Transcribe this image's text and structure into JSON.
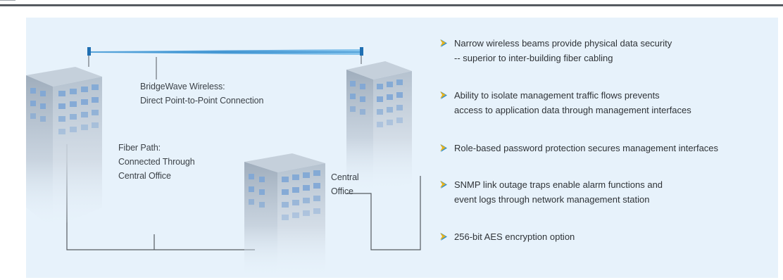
{
  "diagram": {
    "wireless_label": [
      "BridgeWave Wireless:",
      "Direct Point-to-Point Connection"
    ],
    "fiber_label": [
      "Fiber Path:",
      "Connected Through",
      "Central Office"
    ],
    "office_label": [
      "Central",
      "Office"
    ]
  },
  "bullets": [
    {
      "lines": [
        "Narrow wireless beams provide physical data security",
        "-- superior to inter-building fiber cabling"
      ]
    },
    {
      "lines": [
        "Ability to isolate management traffic flows prevents",
        "access to application data through management interfaces"
      ]
    },
    {
      "lines": [
        "Role-based password protection secures management interfaces"
      ]
    },
    {
      "lines": [
        "SNMP link outage traps enable alarm functions and",
        "event logs through network management station"
      ]
    },
    {
      "lines": [
        "256-bit AES encryption option"
      ]
    }
  ],
  "colors": {
    "panel": "#e7f2fb",
    "bullet_accent": "#e8b31a",
    "bullet_shadow": "#2f8fd0",
    "building_wall": "#a6b4c2",
    "window": "#7fa7d6",
    "beam": "#58a8e0"
  },
  "icons": {
    "bullet": "chevron-arrow-icon",
    "antenna": "antenna-icon",
    "building": "building-icon"
  }
}
